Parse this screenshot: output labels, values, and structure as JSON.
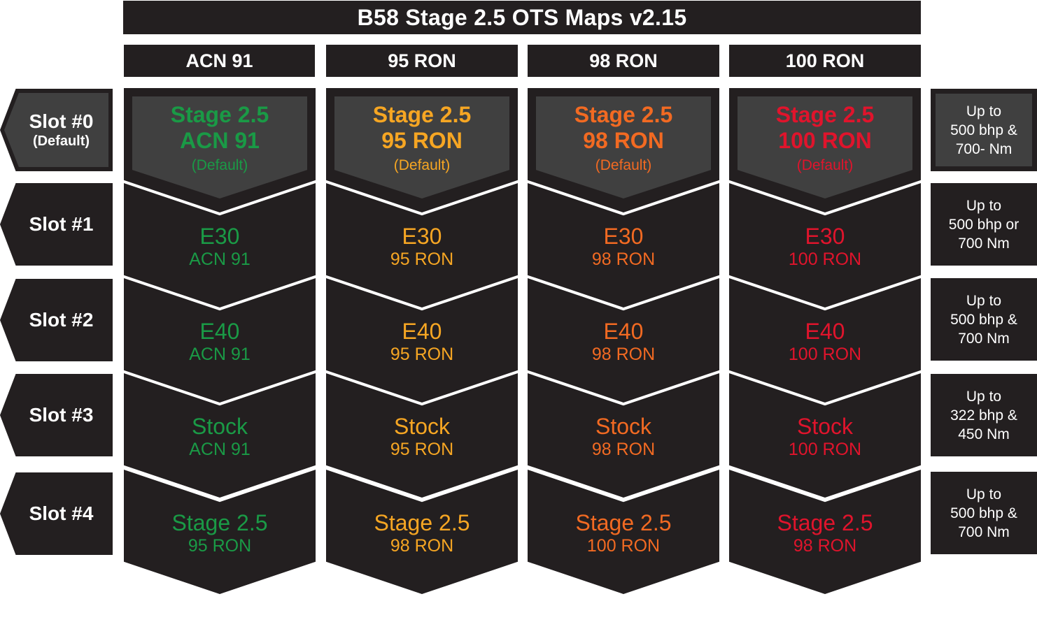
{
  "title": "B58 Stage 2.5 OTS Maps v2.15",
  "columns": [
    {
      "label": "ACN 91",
      "color": "#1a9a46"
    },
    {
      "label": "95 RON",
      "color": "#f6a623"
    },
    {
      "label": "98 RON",
      "color": "#f26a22"
    },
    {
      "label": "100 RON",
      "color": "#e0142c"
    }
  ],
  "slots": [
    {
      "label": "Slot #0",
      "sublabel": "(Default)",
      "power": [
        "Up to",
        "500 bhp &",
        "700- Nm"
      ]
    },
    {
      "label": "Slot #1",
      "sublabel": "",
      "power": [
        "Up to",
        "500 bhp or",
        "700 Nm"
      ]
    },
    {
      "label": "Slot #2",
      "sublabel": "",
      "power": [
        "Up to",
        "500 bhp &",
        "700 Nm"
      ]
    },
    {
      "label": "Slot #3",
      "sublabel": "",
      "power": [
        "Up to",
        "322 bhp &",
        "450 Nm"
      ]
    },
    {
      "label": "Slot #4",
      "sublabel": "",
      "power": [
        "Up to",
        "500 bhp &",
        "700 Nm"
      ]
    }
  ],
  "cells": [
    [
      {
        "line1": "Stage 2.5",
        "line2": "ACN 91",
        "line3": "(Default)"
      },
      {
        "line1": "Stage 2.5",
        "line2": "95 RON",
        "line3": "(Default)"
      },
      {
        "line1": "Stage 2.5",
        "line2": "98 RON",
        "line3": "(Default)"
      },
      {
        "line1": "Stage 2.5",
        "line2": "100 RON",
        "line3": "(Default)"
      }
    ],
    [
      {
        "line1": "E30",
        "line2": "ACN 91"
      },
      {
        "line1": "E30",
        "line2": "95 RON"
      },
      {
        "line1": "E30",
        "line2": "98 RON"
      },
      {
        "line1": "E30",
        "line2": "100 RON"
      }
    ],
    [
      {
        "line1": "E40",
        "line2": "ACN 91"
      },
      {
        "line1": "E40",
        "line2": "95 RON"
      },
      {
        "line1": "E40",
        "line2": "98 RON"
      },
      {
        "line1": "E40",
        "line2": "100 RON"
      }
    ],
    [
      {
        "line1": "Stock",
        "line2": "ACN 91"
      },
      {
        "line1": "Stock",
        "line2": "95 RON"
      },
      {
        "line1": "Stock",
        "line2": "98 RON"
      },
      {
        "line1": "Stock",
        "line2": "100 RON"
      }
    ],
    [
      {
        "line1": "Stage 2.5",
        "line2": "95 RON"
      },
      {
        "line1": "Stage 2.5",
        "line2": "98 RON"
      },
      {
        "line1": "Stage 2.5",
        "line2": "100 RON"
      },
      {
        "line1": "Stage 2.5",
        "line2": "98 RON"
      }
    ]
  ]
}
